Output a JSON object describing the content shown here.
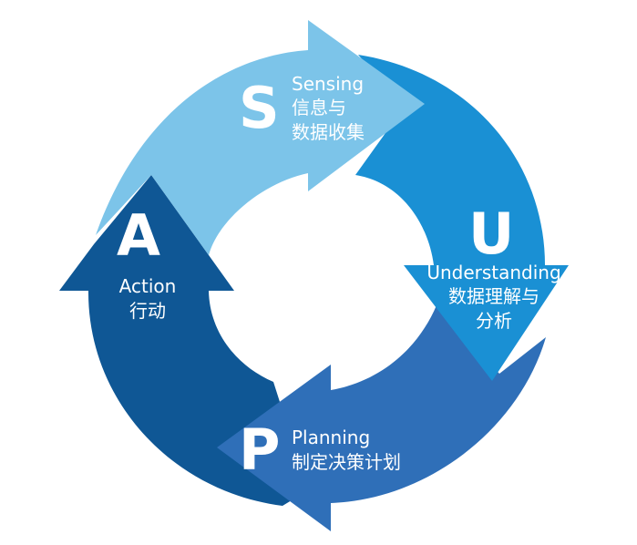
{
  "stages": {
    "s": {
      "letter": "S",
      "en": "Sensing",
      "zh_line1": "信息与",
      "zh_line2": "数据收集",
      "color": "#7cc4e9"
    },
    "u": {
      "letter": "U",
      "en": "Understanding",
      "zh_line1": "数据理解与",
      "zh_line2": "分析",
      "color": "#1a90d4"
    },
    "p": {
      "letter": "P",
      "en": "Planning",
      "zh_line1": "制定决策计划",
      "color": "#2f6fb8"
    },
    "a": {
      "letter": "A",
      "en": "Action",
      "zh_line1": "行动",
      "color": "#0f5795"
    }
  }
}
